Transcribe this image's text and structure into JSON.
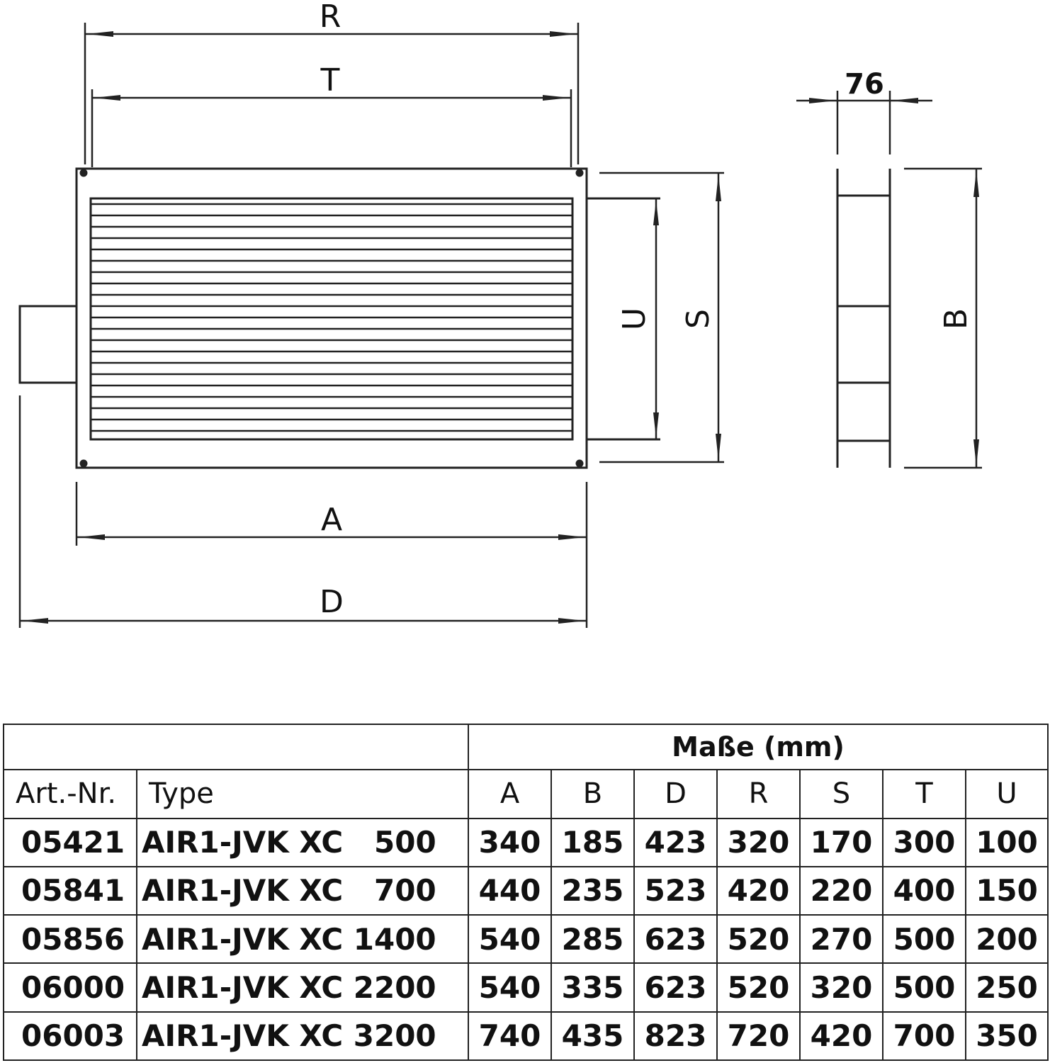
{
  "drawing": {
    "labels": {
      "R": "R",
      "T": "T",
      "A": "A",
      "D": "D",
      "U": "U",
      "S": "S",
      "B": "B",
      "depth": "76"
    }
  },
  "table": {
    "group_header": "Maße (mm)",
    "col_art": "Art.-Nr.",
    "col_type": "Type",
    "dim_cols": [
      "A",
      "B",
      "D",
      "R",
      "S",
      "T",
      "U"
    ],
    "rows": [
      {
        "art": "05421",
        "type": "AIR1-JVK XC   500",
        "values": [
          "340",
          "185",
          "423",
          "320",
          "170",
          "300",
          "100"
        ]
      },
      {
        "art": "05841",
        "type": "AIR1-JVK XC   700",
        "values": [
          "440",
          "235",
          "523",
          "420",
          "220",
          "400",
          "150"
        ]
      },
      {
        "art": "05856",
        "type": "AIR1-JVK XC 1400",
        "values": [
          "540",
          "285",
          "623",
          "520",
          "270",
          "500",
          "200"
        ]
      },
      {
        "art": "06000",
        "type": "AIR1-JVK XC 2200",
        "values": [
          "540",
          "335",
          "623",
          "520",
          "320",
          "500",
          "250"
        ]
      },
      {
        "art": "06003",
        "type": "AIR1-JVK XC 3200",
        "values": [
          "740",
          "435",
          "823",
          "720",
          "420",
          "700",
          "350"
        ]
      }
    ]
  }
}
